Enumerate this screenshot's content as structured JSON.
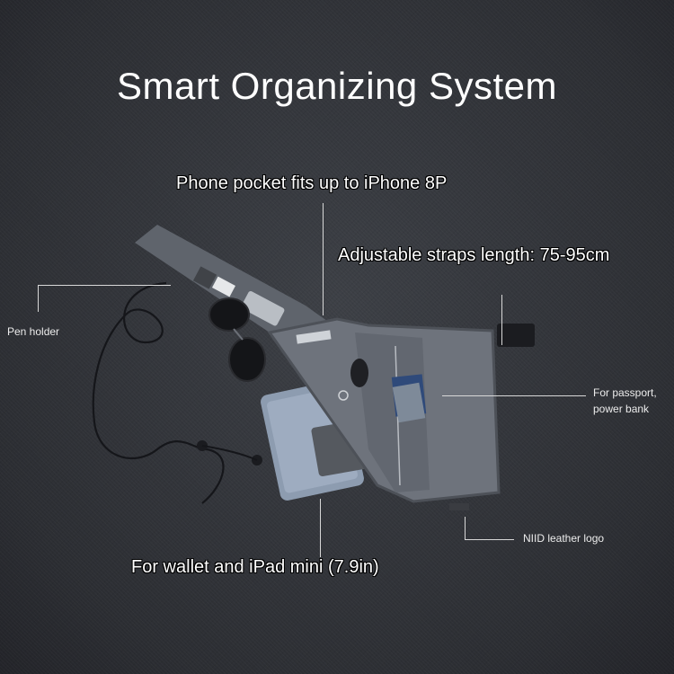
{
  "title": "Smart Organizing System",
  "callouts": {
    "phone_pocket": "Phone pocket fits up to iPhone 8P",
    "straps": "Adjustable straps length: 75-95cm",
    "pen_holder": "Pen holder",
    "passport_line1": "For passport,",
    "passport_line2": "power bank",
    "logo": "NIID leather logo",
    "wallet_ipad": "For wallet and iPad mini (7.9in)"
  },
  "colors": {
    "background": "#34363b",
    "bag": "#6e737c",
    "text": "#ffffff"
  }
}
